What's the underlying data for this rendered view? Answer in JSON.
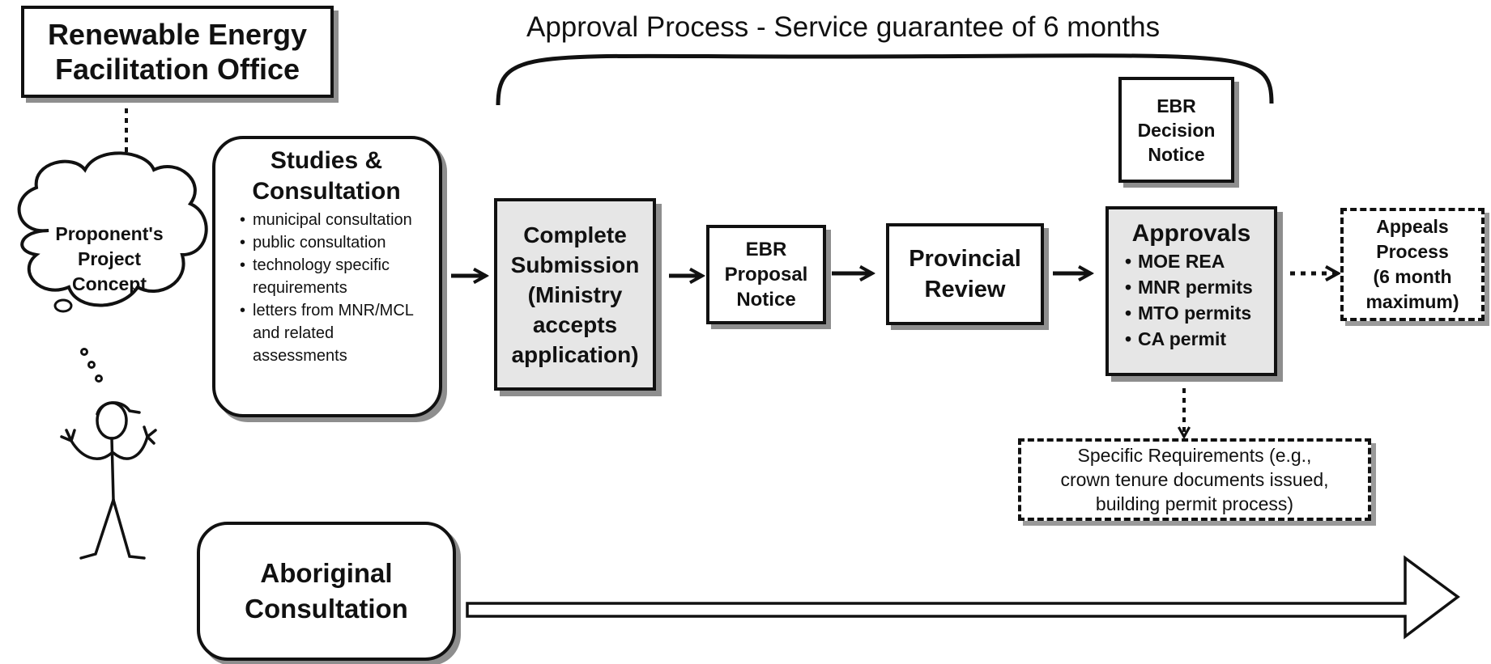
{
  "office": {
    "title_line1": "Renewable Energy",
    "title_line2": "Facilitation Office"
  },
  "concept": {
    "line1": "Proponent's",
    "line2": "Project",
    "line3": "Concept"
  },
  "studies": {
    "title_line1": "Studies &",
    "title_line2": "Consultation",
    "items": [
      "municipal consultation",
      "public consultation",
      "technology specific requirements",
      "letters from MNR/MCL and related assessments"
    ]
  },
  "approval_process": {
    "title": "Approval Process - Service guarantee of 6 months"
  },
  "submission": {
    "line1": "Complete",
    "line2": "Submission",
    "line3": "(Ministry",
    "line4": "accepts",
    "line5": "application)"
  },
  "ebr_proposal": {
    "line1": "EBR",
    "line2": "Proposal",
    "line3": "Notice"
  },
  "provincial_review": {
    "line1": "Provincial",
    "line2": "Review"
  },
  "ebr_decision": {
    "line1": "EBR",
    "line2": "Decision",
    "line3": "Notice"
  },
  "approvals": {
    "title": "Approvals",
    "items": [
      "MOE REA",
      "MNR permits",
      "MTO permits",
      "CA permit"
    ]
  },
  "appeals": {
    "line1": "Appeals",
    "line2": "Process",
    "line3": "(6 month",
    "line4": "maximum)"
  },
  "specific_requirements": {
    "line1": "Specific Requirements (e.g.,",
    "line2": "crown tenure documents issued,",
    "line3": "building permit process)"
  },
  "aboriginal": {
    "line1": "Aboriginal",
    "line2": "Consultation"
  }
}
